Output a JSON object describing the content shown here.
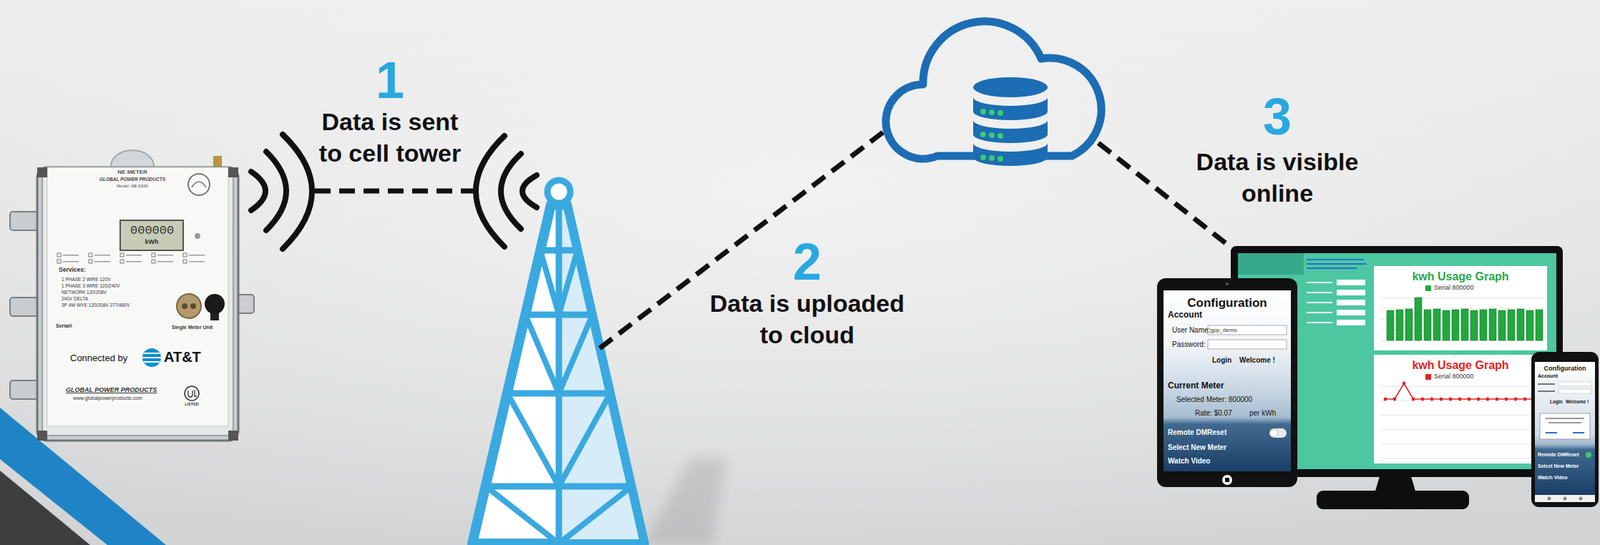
{
  "diagram": {
    "nodes": [
      {
        "text": [
          "NE METER",
          "GLOBAL POWER PRODUCTS",
          "Model: NE-5100",
          "000000",
          "kWh",
          "Services:",
          "1 PHASE 2 WIRE 120V",
          "1 PHASE 3 WIRE 120/240V",
          "NETWORK 120/208V",
          "240V DELTA",
          "3P 4W WYE 120/208V 277/480V",
          "Serial#",
          "Single Meter Unit",
          "Connected by",
          "AT&T",
          "GLOBAL POWER PRODUCTS",
          "www.globalpowerproducts.com",
          "LISTED"
        ]
      },
      {
        "text": [
          "Configuration",
          "Account",
          "User Name:",
          "gpp_demo",
          "Password:",
          "Login",
          "Welcome !",
          "Current Meter",
          "Selected Meter: 800000",
          "Rate: $0.07",
          "per kWh",
          "Remote DMReset",
          "Select New Meter",
          "Watch Video"
        ]
      },
      {
        "text": [
          "kwh Usage Graph",
          "Serial 800000",
          "kwh Usage Graph",
          "Serial 800000"
        ]
      },
      {
        "text": [
          "Configuration",
          "Account",
          "Login",
          "Welcome !",
          "Remote DMReset",
          "Select New Meter",
          "Watch Video"
        ]
      }
    ],
    "labels": [
      "1",
      "Data is sent to cell tower",
      "2",
      "Data is uploaded to cloud",
      "3",
      "Data is visible online"
    ]
  }
}
